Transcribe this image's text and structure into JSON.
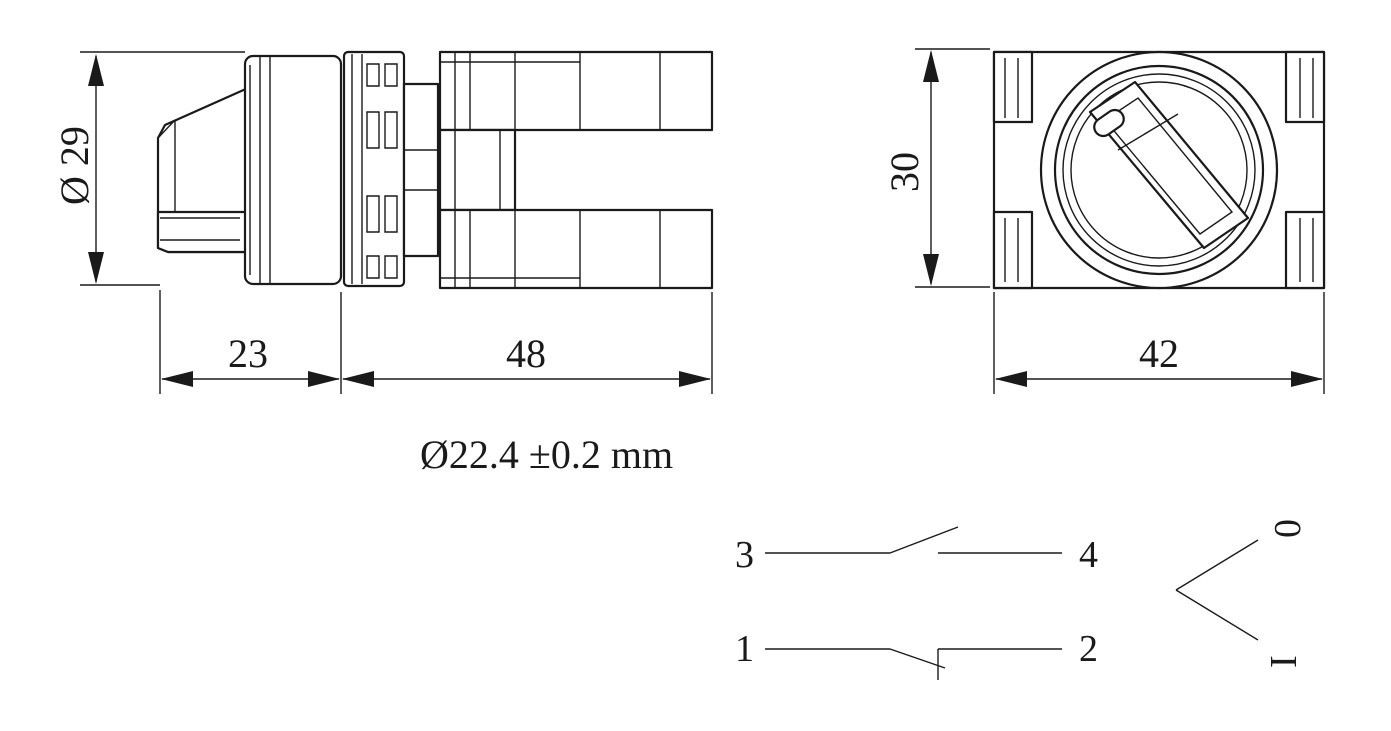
{
  "dimensions": {
    "diameter_label": "Ø 29",
    "length_front": "23",
    "length_body": "48",
    "height": "30",
    "width": "42"
  },
  "mounting_hole": "Ø22.4 ±0.2 mm",
  "contacts": {
    "terminal_3": "3",
    "terminal_4": "4",
    "terminal_1": "1",
    "terminal_2": "2"
  },
  "positions": {
    "pos_0": "0",
    "pos_1": "I"
  }
}
